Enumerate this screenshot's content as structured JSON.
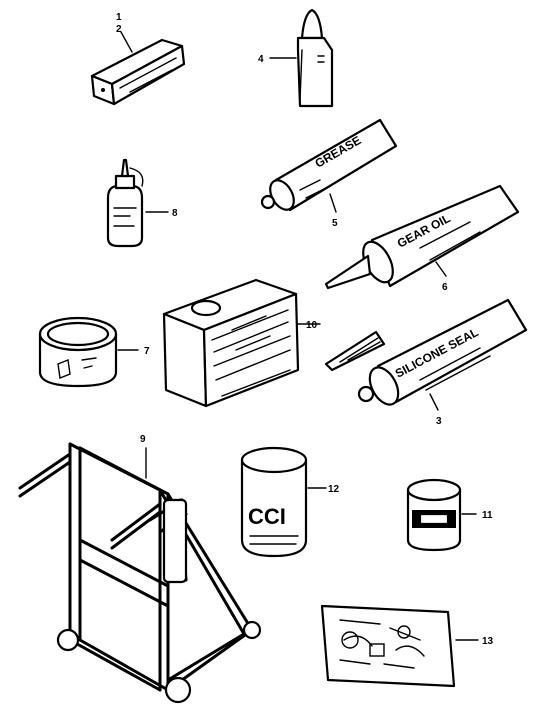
{
  "callouts": {
    "c1": "1",
    "c2": "2",
    "c3": "3",
    "c4": "4",
    "c5": "5",
    "c6": "6",
    "c7": "7",
    "c8": "8",
    "c9": "9",
    "c10": "10",
    "c11": "11",
    "c12": "12",
    "c13": "13"
  },
  "product_text": {
    "grease_tube": "GREASE",
    "gear_oil_tube": "GEAR OIL",
    "silicone_tube": "SILICONE SEAL",
    "can_logo": "CCI"
  }
}
